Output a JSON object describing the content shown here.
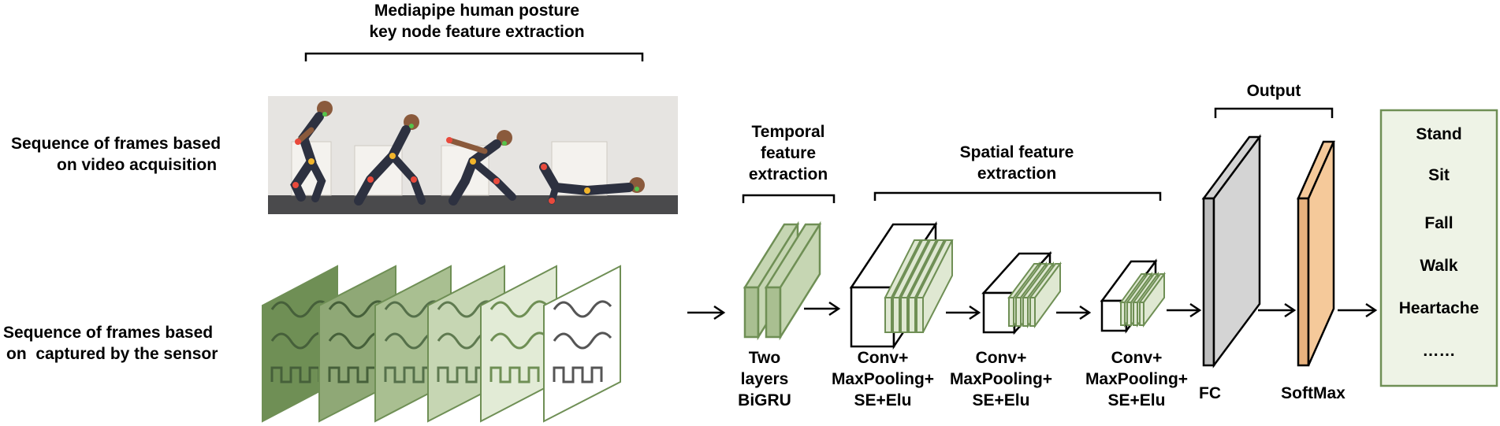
{
  "top_caption": [
    "Mediapipe human posture",
    "key node feature extraction"
  ],
  "video_label": [
    "Sequence of frames based",
    "on video acquisition"
  ],
  "sensor_label": [
    "Sequence of frames based",
    "on  captured by the sensor"
  ],
  "temporal_caption": [
    "Temporal",
    "feature",
    "extraction"
  ],
  "spatial_caption": [
    "Spatial feature",
    "extraction"
  ],
  "output_caption": "Output",
  "bigru_label": [
    "Two",
    "layers",
    "BiGRU"
  ],
  "conv_label": [
    "Conv+",
    "MaxPooling+",
    "SE+Elu"
  ],
  "fc_label": "FC",
  "softmax_label": "SoftMax",
  "classes": [
    "Stand",
    "Sit",
    "Fall",
    "Walk",
    "Heartache",
    "……"
  ],
  "colors": {
    "green_dark": "#6f8f55",
    "green_mid": "#a9bf91",
    "green_light": "#dfe8d2",
    "class_box_bg": "#eef3e6",
    "fc_gray": "#d4d4d4",
    "softmax_orange": "#f5c99a"
  }
}
